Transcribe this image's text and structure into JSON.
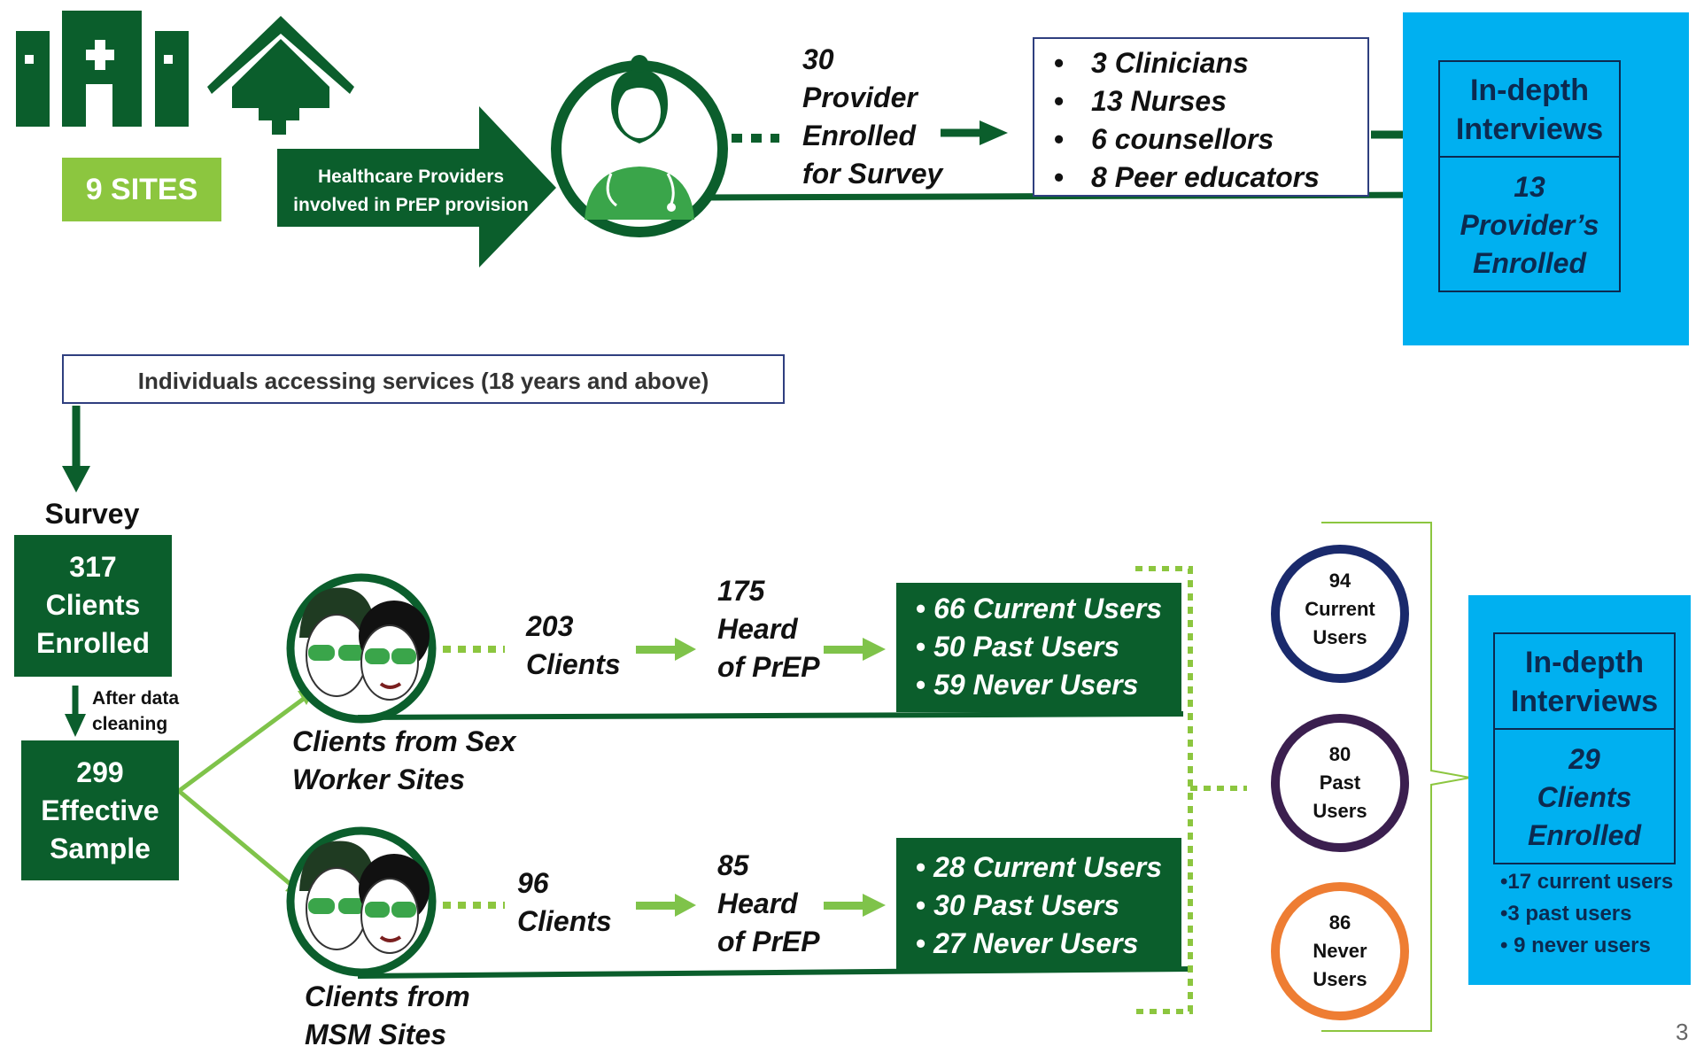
{
  "colors": {
    "dark_green": "#0b5e2c",
    "light_green": "#7fc34a",
    "sites_green": "#8cc63f",
    "blue": "#00b0f0",
    "navy": "#1a2a6c",
    "purple": "#3b1f4f",
    "orange": "#ee7d33"
  },
  "icons": [
    "hospital-icon",
    "tent-icon",
    "female-doctor-icon",
    "people-glasses-icon"
  ],
  "sites": {
    "label": "9 SITES"
  },
  "providers_arrow": {
    "line1": "Healthcare Providers",
    "line2": "involved in PrEP provision"
  },
  "provider_survey": {
    "line1": "30",
    "line2": "Provider",
    "line3": "Enrolled",
    "line4": "for Survey"
  },
  "provider_breakdown": [
    "3 Clinicians",
    "13 Nurses",
    "6 counsellors",
    "8 Peer educators"
  ],
  "provider_idi": {
    "title1": "In-depth",
    "title2": "Interviews",
    "line1": "13",
    "line2": "Provider’s",
    "line3": "Enrolled"
  },
  "individuals": {
    "label": "Individuals accessing services (18 years and above)"
  },
  "survey": {
    "title": "Survey",
    "line1": "317",
    "line2": "Clients",
    "line3": "Enrolled"
  },
  "cleaning": {
    "line1": "After data",
    "line2": "cleaning"
  },
  "effective": {
    "line1": "299",
    "line2": "Effective",
    "line3": "Sample"
  },
  "sw": {
    "clients1": "203",
    "clients2": "Clients",
    "heard1": "175",
    "heard2": "Heard",
    "heard3": "of PrEP",
    "users": [
      "66 Current Users",
      "50 Past Users",
      "59 Never Users"
    ],
    "label1": "Clients from Sex",
    "label2": "Worker Sites"
  },
  "msm": {
    "clients1": "96",
    "clients2": "Clients",
    "heard1": "85",
    "heard2": "Heard",
    "heard3": "of PrEP",
    "users": [
      "28 Current Users",
      "30 Past Users",
      "27 Never Users"
    ],
    "label1": "Clients from",
    "label2": "MSM  Sites"
  },
  "totals": [
    {
      "n": "94",
      "l1": "Current",
      "l2": "Users"
    },
    {
      "n": "80",
      "l1": "Past",
      "l2": "Users"
    },
    {
      "n": "86",
      "l1": "Never",
      "l2": "Users"
    }
  ],
  "client_idi": {
    "title1": "In-depth",
    "title2": "Interviews",
    "line1": "29",
    "line2": "Clients",
    "line3": "Enrolled",
    "breakdown": [
      "•17 current users",
      "•3 past users",
      "• 9 never users"
    ]
  },
  "page_number": "3"
}
